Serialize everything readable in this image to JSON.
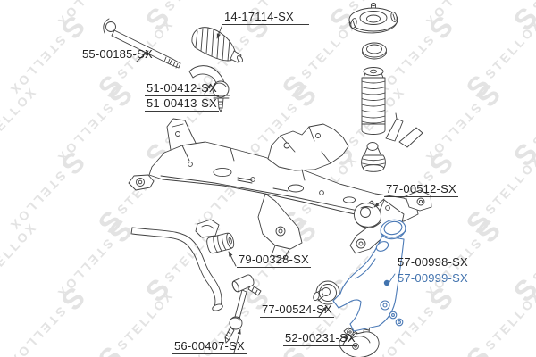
{
  "diagram": {
    "watermark_text": "STELLOX",
    "highlight_color": "#4a79b6",
    "line_color": "#3f3f3f",
    "labels": [
      {
        "part_number": "14-17114-SX",
        "part": "steering-rack-boot",
        "highlighted": false
      },
      {
        "part_number": "55-00185-SX",
        "part": "inner-tie-rod",
        "highlighted": false
      },
      {
        "part_number": "51-00412-SX",
        "part": "tie-rod-end",
        "highlighted": false
      },
      {
        "part_number": "51-00413-SX",
        "part": "tie-rod-end-alt",
        "highlighted": false
      },
      {
        "part_number": "77-00512-SX",
        "part": "control-arm-rear-bushing",
        "highlighted": false
      },
      {
        "part_number": "57-00998-SX",
        "part": "control-arm",
        "highlighted": false
      },
      {
        "part_number": "57-00999-SX",
        "part": "control-arm-selected",
        "highlighted": true
      },
      {
        "part_number": "79-00328-SX",
        "part": "stabilizer-bushing",
        "highlighted": false
      },
      {
        "part_number": "77-00524-SX",
        "part": "control-arm-front-bushing",
        "highlighted": false
      },
      {
        "part_number": "56-00407-SX",
        "part": "stabilizer-link",
        "highlighted": false
      },
      {
        "part_number": "52-00231-SX",
        "part": "ball-joint",
        "highlighted": false
      }
    ]
  }
}
